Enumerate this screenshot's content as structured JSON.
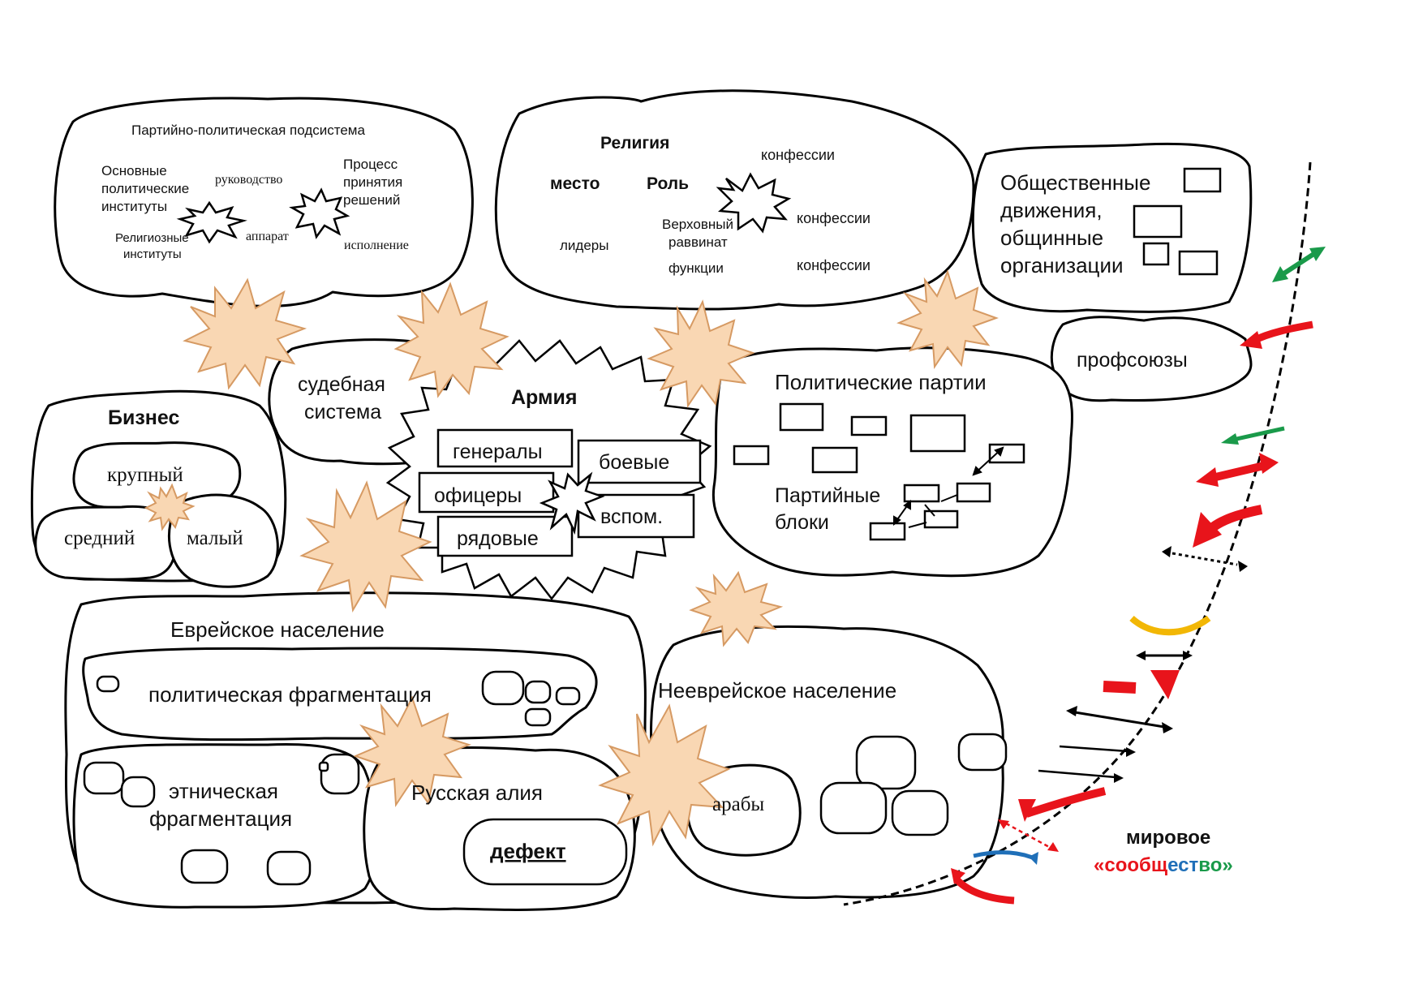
{
  "political": {
    "title": "Партийно-политическая подсистема",
    "institutes": [
      "Основные",
      "политические",
      "институты"
    ],
    "leadership": "руководство",
    "process": [
      "Процесс",
      "принятия",
      "решений"
    ],
    "religious_institutes": [
      "Религиозные",
      "институты"
    ],
    "apparatus": "аппарат",
    "execution": "исполнение"
  },
  "religion": {
    "title": "Религия",
    "place": "место",
    "role": "Роль",
    "confessions_1": "конфессии",
    "confessions_2": "конфессии",
    "confessions_3": "конфессии",
    "leaders": "лидеры",
    "rabbinate": [
      "Верховный",
      "раввинат"
    ],
    "functions": "функции"
  },
  "movements": {
    "title": [
      "Общественные",
      "движения,",
      "общинные",
      "организации"
    ]
  },
  "unions": {
    "title": "профсоюзы"
  },
  "judicial": {
    "title": [
      "судебная",
      "система"
    ]
  },
  "business": {
    "title": "Бизнес",
    "large": "крупный",
    "medium": "средний",
    "small": "малый"
  },
  "army": {
    "title": "Армия",
    "generals": "генералы",
    "officers": "офицеры",
    "privates": "рядовые",
    "combat": "боевые",
    "auxiliary": "вспом."
  },
  "parties": {
    "title": "Политические партии",
    "blocs": [
      "Партийные",
      "блоки"
    ]
  },
  "jewish": {
    "title": "Еврейское население",
    "political_fragmentation": "политическая фрагментация",
    "ethnic_fragmentation": [
      "этническая",
      "фрагментация"
    ],
    "russian_aliyah": "Русская алия",
    "defect": "дефект"
  },
  "non_jewish": {
    "title": "Нееврейское население",
    "arabs": "арабы"
  },
  "world": {
    "line1": "мировое",
    "quote_open": "«",
    "part_red": "сообщ",
    "part_blue": "ест",
    "part_green": "во",
    "quote_close": "»"
  },
  "colors": {
    "blast_fill": "#f9d7b3",
    "blast_stroke": "#d69a63",
    "red": "#e8141b",
    "green": "#1a9a4a",
    "blue": "#1f6fb8",
    "yellow": "#f2b705",
    "defect": "#e8141b"
  }
}
